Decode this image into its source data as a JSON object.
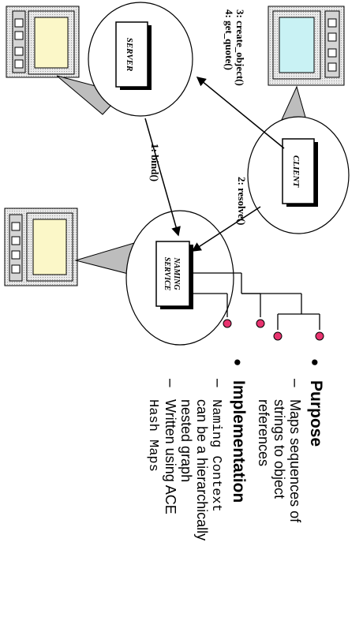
{
  "diagram": {
    "nodes": {
      "server": "SERVER",
      "client": "CLIENT",
      "naming_line1": "NAMING",
      "naming_line2": "SERVICE"
    },
    "edges": {
      "create_object": "3: create_object()",
      "get_quote": "4: get_quote()",
      "bind": "1: bind()",
      "resolve": "2: resolve()"
    },
    "colors": {
      "left_monitor_screen": "#fbf7c8",
      "client_monitor_screen": "#c9f2f4",
      "naming_monitor_screen": "#fbf7c8",
      "naming_leaf": "#e8336f",
      "callout_fill": "#bdbdbd"
    }
  },
  "bullets": {
    "purpose_title": "Purpose",
    "purpose_item_l1": "Maps sequences of",
    "purpose_item_l2": "strings to object",
    "purpose_item_l3": "references",
    "implementation_title": "Implementation",
    "impl_item1_l1": "Naming Context",
    "impl_item1_l2": "can be a hierarchically",
    "impl_item1_l3": "nested graph",
    "impl_item2_l1": "Written using ACE",
    "impl_item2_l2": "Hash Maps",
    "dash": "–",
    "bullet": "●"
  }
}
